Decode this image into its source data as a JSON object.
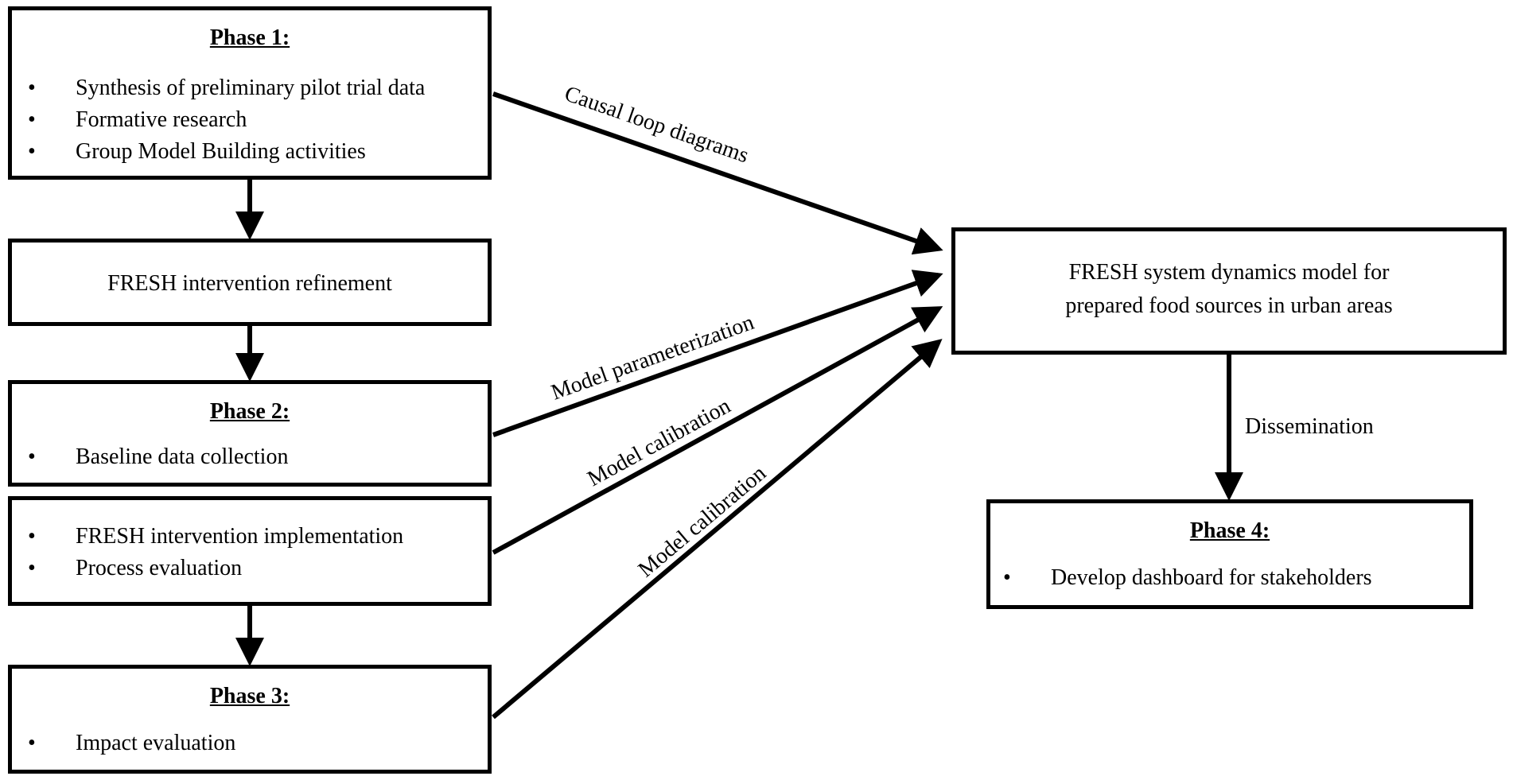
{
  "phase1": {
    "title": "Phase 1:",
    "items": [
      "Synthesis of preliminary pilot trial data",
      "Formative research",
      "Group Model Building activities"
    ]
  },
  "refinement": {
    "text": "FRESH intervention refinement"
  },
  "phase2": {
    "title": "Phase 2:",
    "items": [
      "Baseline data collection"
    ]
  },
  "implementation": {
    "items": [
      "FRESH intervention implementation",
      "Process evaluation"
    ]
  },
  "phase3": {
    "title": "Phase 3:",
    "items": [
      "Impact evaluation"
    ]
  },
  "model": {
    "line1": "FRESH system dynamics model for",
    "line2": "prepared food sources in urban areas"
  },
  "phase4": {
    "title": "Phase 4:",
    "items": [
      "Develop dashboard for stakeholders"
    ]
  },
  "arrow_labels": {
    "causal": "Causal loop diagrams",
    "parameterization": "Model parameterization",
    "calibration_1": "Model calibration",
    "calibration_2": "Model calibration",
    "dissemination": "Dissemination"
  }
}
